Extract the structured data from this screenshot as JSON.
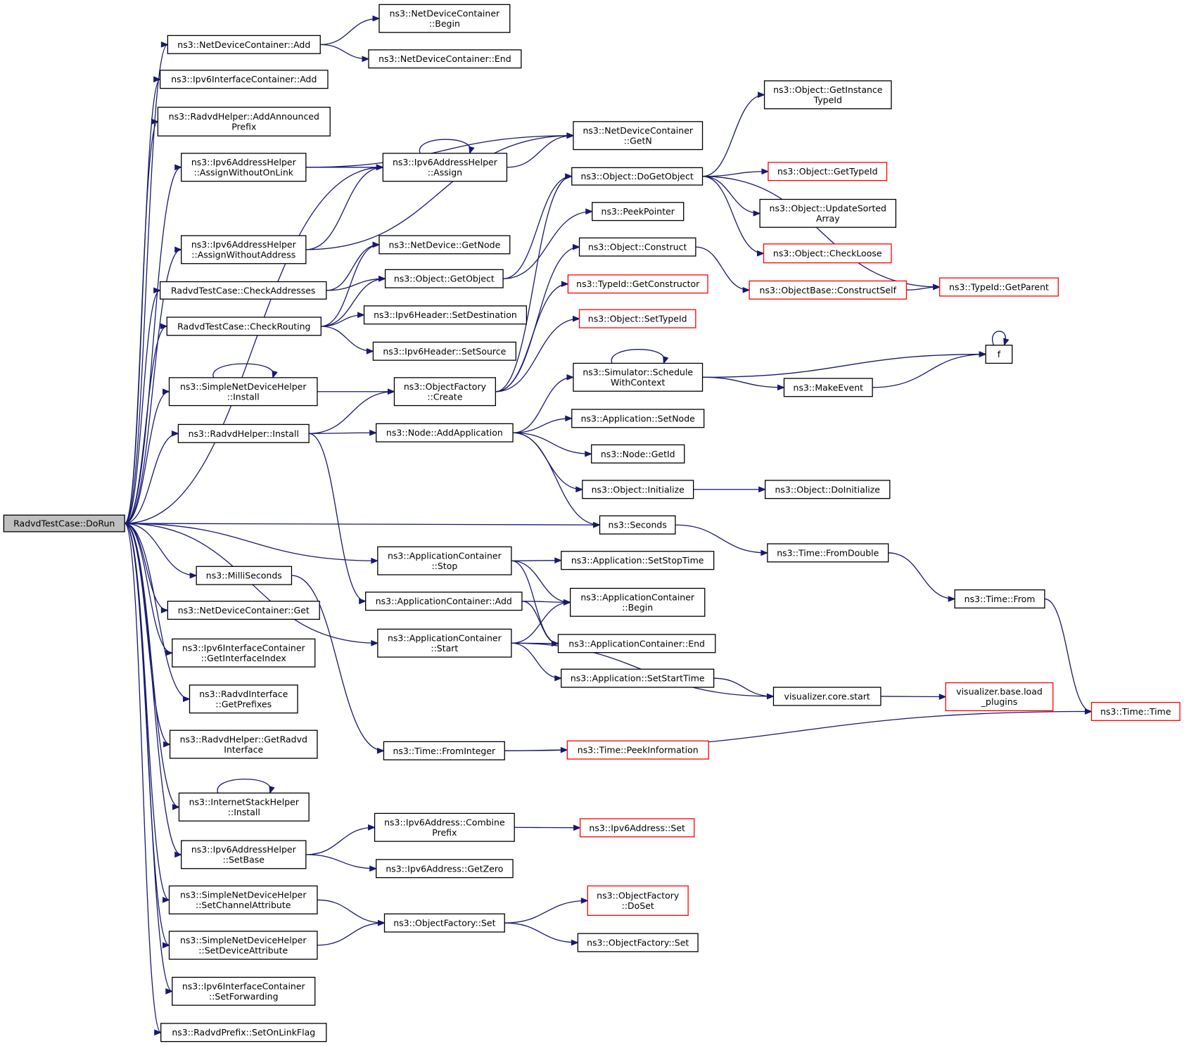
{
  "colors": {
    "edge": "#191970",
    "node_border": "#000000",
    "truncated_border": "#ff0000",
    "root_fill": "#bfbfbf",
    "node_fill": "#ffffff"
  },
  "nodes": {
    "root": {
      "lines": [
        "RadvdTestCase::DoRun"
      ],
      "kind": "root"
    },
    "ndcAdd": {
      "lines": [
        "ns3::NetDeviceContainer::Add"
      ]
    },
    "ndcBegin": {
      "lines": [
        "ns3::NetDeviceContainer",
        "::Begin"
      ]
    },
    "ndcEnd": {
      "lines": [
        "ns3::NetDeviceContainer::End"
      ]
    },
    "iicAdd": {
      "lines": [
        "ns3::Ipv6InterfaceContainer::Add"
      ]
    },
    "addAnn": {
      "lines": [
        "ns3::RadvdHelper::AddAnnounced",
        "Prefix"
      ]
    },
    "awol": {
      "lines": [
        "ns3::Ipv6AddressHelper",
        "::AssignWithoutOnLink"
      ]
    },
    "ndcGetN": {
      "lines": [
        "ns3::NetDeviceContainer",
        "::GetN"
      ]
    },
    "assign": {
      "lines": [
        "ns3::Ipv6AddressHelper",
        "::Assign"
      ]
    },
    "awoa": {
      "lines": [
        "ns3::Ipv6AddressHelper",
        "::AssignWithoutAddress"
      ]
    },
    "getInst": {
      "lines": [
        "ns3::Object::GetInstance",
        "TypeId"
      ]
    },
    "doGetObj": {
      "lines": [
        "ns3::Object::DoGetObject"
      ]
    },
    "getTypeId": {
      "lines": [
        "ns3::Object::GetTypeId"
      ],
      "kind": "truncated"
    },
    "updSorted": {
      "lines": [
        "ns3::Object::UpdateSorted",
        "Array"
      ]
    },
    "checkLoose": {
      "lines": [
        "ns3::Object::CheckLoose"
      ],
      "kind": "truncated"
    },
    "peek": {
      "lines": [
        "ns3::PeekPointer"
      ]
    },
    "ndGetNode": {
      "lines": [
        "ns3::NetDevice::GetNode"
      ]
    },
    "checkAddr": {
      "lines": [
        "RadvdTestCase::CheckAddresses"
      ]
    },
    "getObj": {
      "lines": [
        "ns3::Object::GetObject"
      ]
    },
    "construct": {
      "lines": [
        "ns3::Object::Construct"
      ]
    },
    "constructSelf": {
      "lines": [
        "ns3::ObjectBase::ConstructSelf"
      ],
      "kind": "truncated"
    },
    "getParent": {
      "lines": [
        "ns3::TypeId::GetParent"
      ],
      "kind": "truncated"
    },
    "getCtor": {
      "lines": [
        "ns3::TypeId::GetConstructor"
      ],
      "kind": "truncated"
    },
    "checkRouting": {
      "lines": [
        "RadvdTestCase::CheckRouting"
      ]
    },
    "setDest": {
      "lines": [
        "ns3::Ipv6Header::SetDestination"
      ]
    },
    "setTypeId": {
      "lines": [
        "ns3::Object::SetTypeId"
      ],
      "kind": "truncated"
    },
    "setSrc": {
      "lines": [
        "ns3::Ipv6Header::SetSource"
      ]
    },
    "snhInstall": {
      "lines": [
        "ns3::SimpleNetDeviceHelper",
        "::Install"
      ]
    },
    "ofCreate": {
      "lines": [
        "ns3::ObjectFactory",
        "::Create"
      ]
    },
    "schedCtx": {
      "lines": [
        "ns3::Simulator::Schedule",
        "WithContext"
      ]
    },
    "f": {
      "lines": [
        "f"
      ]
    },
    "makeEvent": {
      "lines": [
        "ns3::MakeEvent"
      ]
    },
    "rhInstall": {
      "lines": [
        "ns3::RadvdHelper::Install"
      ]
    },
    "addApp": {
      "lines": [
        "ns3::Node::AddApplication"
      ]
    },
    "appSetNode": {
      "lines": [
        "ns3::Application::SetNode"
      ]
    },
    "nodeGetId": {
      "lines": [
        "ns3::Node::GetId"
      ]
    },
    "objInit": {
      "lines": [
        "ns3::Object::Initialize"
      ]
    },
    "objDoInit": {
      "lines": [
        "ns3::Object::DoInitialize"
      ]
    },
    "seconds": {
      "lines": [
        "ns3::Seconds"
      ]
    },
    "fromDouble": {
      "lines": [
        "ns3::Time::FromDouble"
      ]
    },
    "acStop": {
      "lines": [
        "ns3::ApplicationContainer",
        "::Stop"
      ]
    },
    "appSetStop": {
      "lines": [
        "ns3::Application::SetStopTime"
      ]
    },
    "milli": {
      "lines": [
        "ns3::MilliSeconds"
      ]
    },
    "timeFrom": {
      "lines": [
        "ns3::Time::From"
      ]
    },
    "acAdd": {
      "lines": [
        "ns3::ApplicationContainer::Add"
      ]
    },
    "acBegin": {
      "lines": [
        "ns3::ApplicationContainer",
        "::Begin"
      ]
    },
    "ndcGet": {
      "lines": [
        "ns3::NetDeviceContainer::Get"
      ]
    },
    "acStart": {
      "lines": [
        "ns3::ApplicationContainer",
        "::Start"
      ]
    },
    "acEnd": {
      "lines": [
        "ns3::ApplicationContainer::End"
      ]
    },
    "iicGetIdx": {
      "lines": [
        "ns3::Ipv6InterfaceContainer",
        "::GetInterfaceIndex"
      ]
    },
    "appSetStart": {
      "lines": [
        "ns3::Application::SetStartTime"
      ]
    },
    "vizStart": {
      "lines": [
        "visualizer.core.start"
      ]
    },
    "vizLoad": {
      "lines": [
        "visualizer.base.load",
        "_plugins"
      ],
      "kind": "truncated"
    },
    "getPrefixes": {
      "lines": [
        "ns3::RadvdInterface",
        "::GetPrefixes"
      ]
    },
    "timeTime": {
      "lines": [
        "ns3::Time::Time"
      ],
      "kind": "truncated"
    },
    "getRadvdIf": {
      "lines": [
        "ns3::RadvdHelper::GetRadvd",
        "Interface"
      ]
    },
    "fromInt": {
      "lines": [
        "ns3::Time::FromInteger"
      ]
    },
    "peekInfo": {
      "lines": [
        "ns3::Time::PeekInformation"
      ],
      "kind": "truncated"
    },
    "ishInstall": {
      "lines": [
        "ns3::InternetStackHelper",
        "::Install"
      ]
    },
    "combine": {
      "lines": [
        "ns3::Ipv6Address::Combine",
        "Prefix"
      ]
    },
    "addrSet": {
      "lines": [
        "ns3::Ipv6Address::Set"
      ],
      "kind": "truncated"
    },
    "setBase": {
      "lines": [
        "ns3::Ipv6AddressHelper",
        "::SetBase"
      ]
    },
    "getZero": {
      "lines": [
        "ns3::Ipv6Address::GetZero"
      ]
    },
    "setChanAttr": {
      "lines": [
        "ns3::SimpleNetDeviceHelper",
        "::SetChannelAttribute"
      ]
    },
    "ofDoSet": {
      "lines": [
        "ns3::ObjectFactory",
        "::DoSet"
      ],
      "kind": "truncated"
    },
    "ofSet": {
      "lines": [
        "ns3::ObjectFactory::Set"
      ]
    },
    "setDevAttr": {
      "lines": [
        "ns3::SimpleNetDeviceHelper",
        "::SetDeviceAttribute"
      ]
    },
    "ofSet2": {
      "lines": [
        "ns3::ObjectFactory::Set"
      ]
    },
    "setFwd": {
      "lines": [
        "ns3::Ipv6InterfaceContainer",
        "::SetForwarding"
      ]
    },
    "setOnLink": {
      "lines": [
        "ns3::RadvdPrefix::SetOnLinkFlag"
      ]
    }
  },
  "edges": [
    [
      "root",
      "ndcAdd"
    ],
    [
      "root",
      "iicAdd"
    ],
    [
      "root",
      "addAnn"
    ],
    [
      "root",
      "awol"
    ],
    [
      "root",
      "assign"
    ],
    [
      "root",
      "awoa"
    ],
    [
      "root",
      "checkAddr"
    ],
    [
      "root",
      "checkRouting"
    ],
    [
      "root",
      "snhInstall"
    ],
    [
      "root",
      "rhInstall"
    ],
    [
      "root",
      "seconds"
    ],
    [
      "root",
      "acStop"
    ],
    [
      "root",
      "milli"
    ],
    [
      "root",
      "acStart"
    ],
    [
      "root",
      "ndcGet"
    ],
    [
      "root",
      "iicGetIdx"
    ],
    [
      "root",
      "getPrefixes"
    ],
    [
      "root",
      "getRadvdIf"
    ],
    [
      "root",
      "ishInstall"
    ],
    [
      "root",
      "setBase"
    ],
    [
      "root",
      "setChanAttr"
    ],
    [
      "root",
      "setDevAttr"
    ],
    [
      "root",
      "setFwd"
    ],
    [
      "root",
      "setOnLink"
    ],
    [
      "ndcAdd",
      "ndcBegin"
    ],
    [
      "ndcAdd",
      "ndcEnd"
    ],
    [
      "awol",
      "ndcGetN"
    ],
    [
      "awol",
      "assign"
    ],
    [
      "assign",
      "assign"
    ],
    [
      "assign",
      "ndcGetN"
    ],
    [
      "awoa",
      "assign"
    ],
    [
      "awoa",
      "ndcGetN"
    ],
    [
      "checkAddr",
      "ndGetNode"
    ],
    [
      "checkAddr",
      "getObj"
    ],
    [
      "checkRouting",
      "ndGetNode"
    ],
    [
      "checkRouting",
      "getObj"
    ],
    [
      "checkRouting",
      "setDest"
    ],
    [
      "checkRouting",
      "setSrc"
    ],
    [
      "getObj",
      "doGetObj"
    ],
    [
      "getObj",
      "peek"
    ],
    [
      "doGetObj",
      "getInst"
    ],
    [
      "doGetObj",
      "getTypeId"
    ],
    [
      "doGetObj",
      "updSorted"
    ],
    [
      "doGetObj",
      "checkLoose"
    ],
    [
      "doGetObj",
      "getParent"
    ],
    [
      "construct",
      "constructSelf"
    ],
    [
      "constructSelf",
      "getParent"
    ],
    [
      "snhInstall",
      "snhInstall"
    ],
    [
      "snhInstall",
      "ofCreate"
    ],
    [
      "ofCreate",
      "construct"
    ],
    [
      "ofCreate",
      "getCtor"
    ],
    [
      "ofCreate",
      "setTypeId"
    ],
    [
      "ofCreate",
      "doGetObj"
    ],
    [
      "rhInstall",
      "ofCreate"
    ],
    [
      "rhInstall",
      "addApp"
    ],
    [
      "rhInstall",
      "acAdd"
    ],
    [
      "addApp",
      "schedCtx"
    ],
    [
      "addApp",
      "appSetNode"
    ],
    [
      "addApp",
      "nodeGetId"
    ],
    [
      "addApp",
      "objInit"
    ],
    [
      "addApp",
      "seconds"
    ],
    [
      "schedCtx",
      "schedCtx"
    ],
    [
      "schedCtx",
      "f"
    ],
    [
      "schedCtx",
      "makeEvent"
    ],
    [
      "makeEvent",
      "f"
    ],
    [
      "f",
      "f"
    ],
    [
      "objInit",
      "objDoInit"
    ],
    [
      "seconds",
      "fromDouble"
    ],
    [
      "fromDouble",
      "timeFrom"
    ],
    [
      "timeFrom",
      "timeTime"
    ],
    [
      "acStop",
      "appSetStop"
    ],
    [
      "acStop",
      "acBegin"
    ],
    [
      "acStop",
      "acEnd"
    ],
    [
      "acAdd",
      "acBegin"
    ],
    [
      "acAdd",
      "acEnd"
    ],
    [
      "acStart",
      "acBegin"
    ],
    [
      "acStart",
      "acEnd"
    ],
    [
      "acStart",
      "appSetStart"
    ],
    [
      "acStart",
      "vizStart"
    ],
    [
      "appSetStart",
      "vizStart"
    ],
    [
      "vizStart",
      "vizLoad"
    ],
    [
      "milli",
      "fromInt"
    ],
    [
      "fromInt",
      "peekInfo"
    ],
    [
      "fromInt",
      "timeTime"
    ],
    [
      "ishInstall",
      "ishInstall"
    ],
    [
      "setBase",
      "combine"
    ],
    [
      "setBase",
      "getZero"
    ],
    [
      "combine",
      "addrSet"
    ],
    [
      "setChanAttr",
      "ofSet"
    ],
    [
      "setDevAttr",
      "ofSet"
    ],
    [
      "ofSet",
      "ofDoSet"
    ],
    [
      "ofSet",
      "ofSet2"
    ]
  ]
}
